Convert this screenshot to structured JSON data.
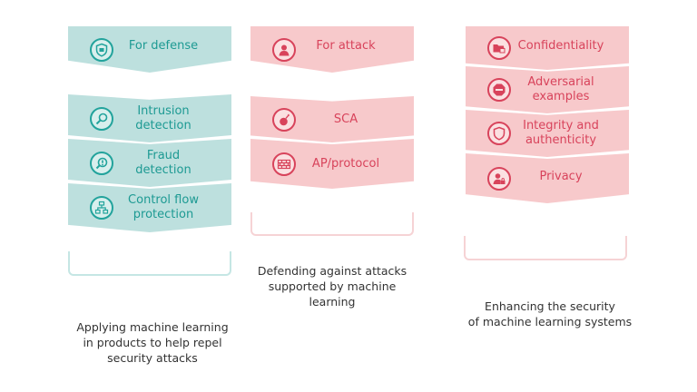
{
  "columns": [
    {
      "header": "For defense",
      "items": [
        "Intrusion detection",
        "Fraud detection",
        "Control flow protection"
      ],
      "caption": "Applying machine learning in products to help repel security attacks"
    },
    {
      "header": "For attack",
      "items": [
        "SCA",
        "AP/protocol"
      ],
      "caption": "Defending against attacks supported by machine learning"
    },
    {
      "header": "",
      "items": [
        "Confidentiality",
        "Adversarial examples",
        "Integrity and authenticity",
        "Privacy"
      ],
      "caption": "Enhancing the security of machine learning systems"
    }
  ],
  "labels_split": {
    "intrusion": [
      "Intrusion",
      "detection"
    ],
    "fraud": [
      "Fraud",
      "detection"
    ],
    "cfp": [
      "Control flow",
      "protection"
    ],
    "adv": [
      "Adversarial",
      "examples"
    ],
    "integrity": [
      "Integrity and",
      "authenticity"
    ],
    "cap1": [
      "Applying machine learning",
      "in products to help repel",
      "security attacks"
    ],
    "cap2": [
      "Defending against attacks",
      "supported by machine",
      "learning"
    ],
    "cap3": [
      "Enhancing the security",
      "of machine learning systems"
    ]
  },
  "colors": {
    "teal_fill": "#bde0de",
    "teal_text": "#1d9a93",
    "pink_fill": "#f7c9cb",
    "pink_text": "#d8435b"
  },
  "icons": {
    "defense": "shield-badge-icon",
    "intrusion": "magnifier-icon",
    "fraud": "magnifier-alert-icon",
    "cfp": "flowchart-icon",
    "attack": "hacker-icon",
    "sca": "bomb-icon",
    "ap": "firewall-icon",
    "confidentiality": "folder-lock-icon",
    "adversarial": "stop-sign-icon",
    "integrity": "shield-icon",
    "privacy": "user-lock-icon"
  }
}
